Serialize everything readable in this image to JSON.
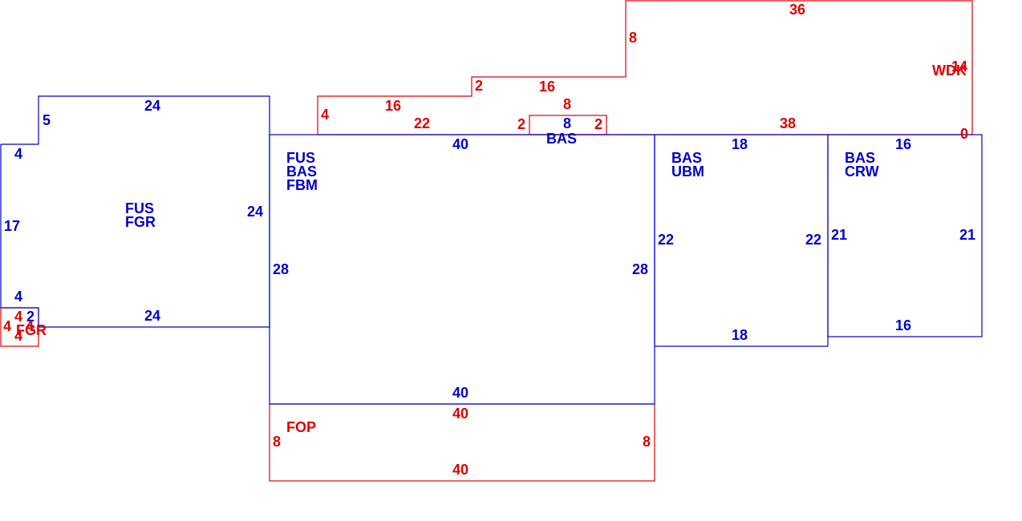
{
  "colors": {
    "main": "#0000cc",
    "accessory": "#dd0000",
    "background": "#ffffff"
  },
  "labels": {
    "garage_main": [
      "FUS",
      "FGR"
    ],
    "main_house": [
      "FUS",
      "BAS",
      "FBM"
    ],
    "bay": "BAS",
    "unfinished_bsmt": [
      "BAS",
      "UBM"
    ],
    "crawl": [
      "BAS",
      "CRW"
    ],
    "deck": "WDK",
    "porch": "FOP",
    "small_garage": "FGR"
  },
  "dimensions": {
    "garage_top": "24",
    "garage_left_jog": "5",
    "garage_left_top": "4",
    "garage_left": "17",
    "garage_right": "24",
    "garage_bottom": "24",
    "garage_bottom_left": "4",
    "garage_small_2": "2",
    "main_top": "40",
    "main_left": "28",
    "main_right": "28",
    "main_bottom": "40",
    "bay_top": "8",
    "bay_inner": "8",
    "bay_left": "2",
    "bay_right": "2",
    "ubm_top": "18",
    "ubm_left": "22",
    "ubm_right": "22",
    "ubm_bottom": "18",
    "crw_top": "16",
    "crw_left": "21",
    "crw_right": "21",
    "crw_bottom": "16",
    "deck_top": "36",
    "deck_step": "8",
    "deck_right": "14",
    "deck_bottom": "38",
    "deck_zero": "0",
    "deck_16a": "16",
    "deck_2": "2",
    "deck_16b": "16",
    "deck_4": "4",
    "deck_22": "22",
    "porch_top": "40",
    "porch_left": "8",
    "porch_right": "8",
    "porch_bottom": "40",
    "fgr_small_a": "4",
    "fgr_small_b": "4",
    "fgr_small_c": "4",
    "fgr_small_d": "4"
  }
}
